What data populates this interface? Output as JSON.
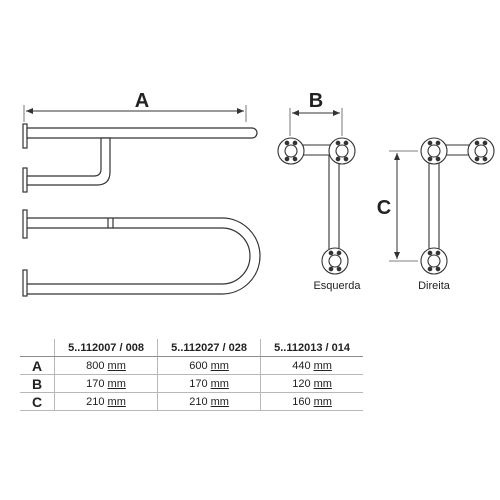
{
  "dimension_labels": {
    "a": "A",
    "b": "B",
    "c": "C"
  },
  "views": {
    "left": "Esquerda",
    "right": "Direita"
  },
  "table": {
    "columns": [
      "5..112007 / 008",
      "5..112027 / 028",
      "5..112013 / 014"
    ],
    "rows": [
      {
        "key": "A",
        "values": [
          "800",
          "600",
          "440"
        ]
      },
      {
        "key": "B",
        "values": [
          "170",
          "170",
          "120"
        ]
      },
      {
        "key": "C",
        "values": [
          "210",
          "210",
          "160"
        ]
      }
    ],
    "unit": "mm"
  },
  "colors": {
    "line": "#333333",
    "tube_fill": "#ffffff",
    "grid": "#b8b8b8"
  }
}
